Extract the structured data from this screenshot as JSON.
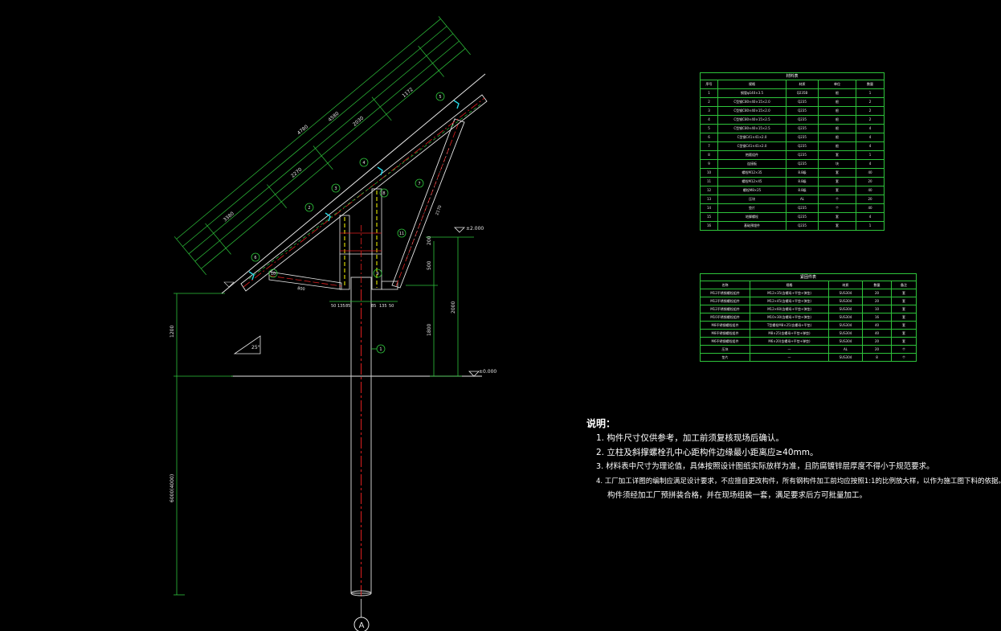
{
  "drawing": {
    "elevation_label": "±0.000",
    "elevation_label_top": "±2.000",
    "grid_axis": "A",
    "angle_label": "25°",
    "dim_left_upper": "1200",
    "dim_left_lower": "6000(4000)",
    "dim_right_2000": "2000",
    "dim_right_1800": "1800",
    "dim_right_500": "500",
    "dim_right_200": "200",
    "dim_brace": "2170",
    "dim_bottom": "800",
    "dim_base": [
      "50",
      "135",
      "85",
      "85",
      "135",
      "50"
    ],
    "dim_panel_total": "4780",
    "dim_panel_inner": "4580",
    "dim_panel_mid": [
      "3380",
      "2270",
      "2030",
      "1172"
    ],
    "callouts": [
      "1",
      "2",
      "3",
      "4",
      "5",
      "6",
      "7",
      "8",
      "9",
      "10",
      "11"
    ],
    "line_colors": {
      "main": "#2ec43b",
      "dim": "#2ec43b",
      "post": "#cccccc",
      "center": "#e02020",
      "brace": "#e8e8e8",
      "panel": "#e8e8e8",
      "hidden": "#ffff00",
      "accent": "#27d8e6"
    }
  },
  "table1": {
    "title": "材料表",
    "headers": [
      "序号",
      "规格",
      "材质",
      "单位",
      "数量"
    ],
    "rows": [
      [
        "1",
        "钢管φ140×3.5",
        "Q235B",
        "根",
        "1"
      ],
      [
        "2",
        "C型钢C80×40×15×2.0",
        "Q235",
        "根",
        "2"
      ],
      [
        "3",
        "C型钢C80×40×15×2.0",
        "Q235",
        "根",
        "2"
      ],
      [
        "4",
        "C型钢C80×40×15×2.5",
        "Q235",
        "根",
        "2"
      ],
      [
        "5",
        "C型钢C80×40×15×2.5",
        "Q235",
        "根",
        "4"
      ],
      [
        "6",
        "C型钢C41×41×2.0",
        "Q235",
        "根",
        "4"
      ],
      [
        "7",
        "C型钢C41×41×2.0",
        "Q235",
        "根",
        "4"
      ],
      [
        "8",
        "抱箍组件",
        "Q235",
        "套",
        "1"
      ],
      [
        "9",
        "连接板",
        "Q235",
        "块",
        "4"
      ],
      [
        "10",
        "螺栓M12×35",
        "8.8级",
        "套",
        "40"
      ],
      [
        "11",
        "螺栓M12×45",
        "8.8级",
        "套",
        "20"
      ],
      [
        "12",
        "螺栓M8×25",
        "8.8级",
        "套",
        "40"
      ],
      [
        "13",
        "压块",
        "AL",
        "个",
        "20"
      ],
      [
        "14",
        "垫片",
        "Q235",
        "个",
        "40"
      ],
      [
        "15",
        "地脚螺栓",
        "Q235",
        "套",
        "4"
      ],
      [
        "16",
        "基础预埋件",
        "Q235",
        "套",
        "1"
      ]
    ]
  },
  "table2": {
    "title": "紧固件表",
    "headers": [
      "名称",
      "规格",
      "材质",
      "数量",
      "备注"
    ],
    "rows": [
      [
        "M12不锈钢螺栓组件",
        "M12×35(含螺母+平垫+弹垫)",
        "SUS304",
        "20",
        "套"
      ],
      [
        "M12不锈钢螺栓组件",
        "M12×45(含螺母+平垫+弹垫)",
        "SUS304",
        "20",
        "套"
      ],
      [
        "M12不锈钢螺栓组件",
        "M12×60(含螺母+平垫+弹垫)",
        "SUS304",
        "10",
        "套"
      ],
      [
        "M10不锈钢螺栓组件",
        "M10×30(含螺母+平垫+弹垫)",
        "SUS304",
        "16",
        "套"
      ],
      [
        "M8不锈钢螺栓组件",
        "T型螺栓M8×25(含螺母+平垫)",
        "SUS304",
        "40",
        "套"
      ],
      [
        "M8不锈钢螺栓组件",
        "M8×25(含螺母+平垫+弹垫)",
        "SUS304",
        "40",
        "套"
      ],
      [
        "M6不锈钢螺栓组件",
        "M6×20(含螺母+平垫+弹垫)",
        "SUS304",
        "20",
        "套"
      ],
      [
        "压块",
        "—",
        "AL",
        "20",
        "个"
      ],
      [
        "垫片",
        "—",
        "SUS304",
        "8",
        "个"
      ]
    ]
  },
  "notes": {
    "title": "说明：",
    "items": [
      "1. 构件尺寸仅供参考，加工前须复核现场后确认。",
      "2. 立柱及斜撑螺栓孔中心距构件边缘最小距离应≥40mm。",
      "3. 材料表中尺寸为理论值，具体按照设计图纸实际放样为准，且防腐镀锌层厚度不得小于规范要求。",
      "4. 工厂加工详图的编制应满足设计要求，不应擅自更改构件，所有钢构件加工前均应按照1:1的比例放大样，以作为施工图下料的依据。"
    ],
    "continuation": "构件须经加工厂预拼装合格，并在现场组装一套，满足要求后方可批量加工。"
  }
}
